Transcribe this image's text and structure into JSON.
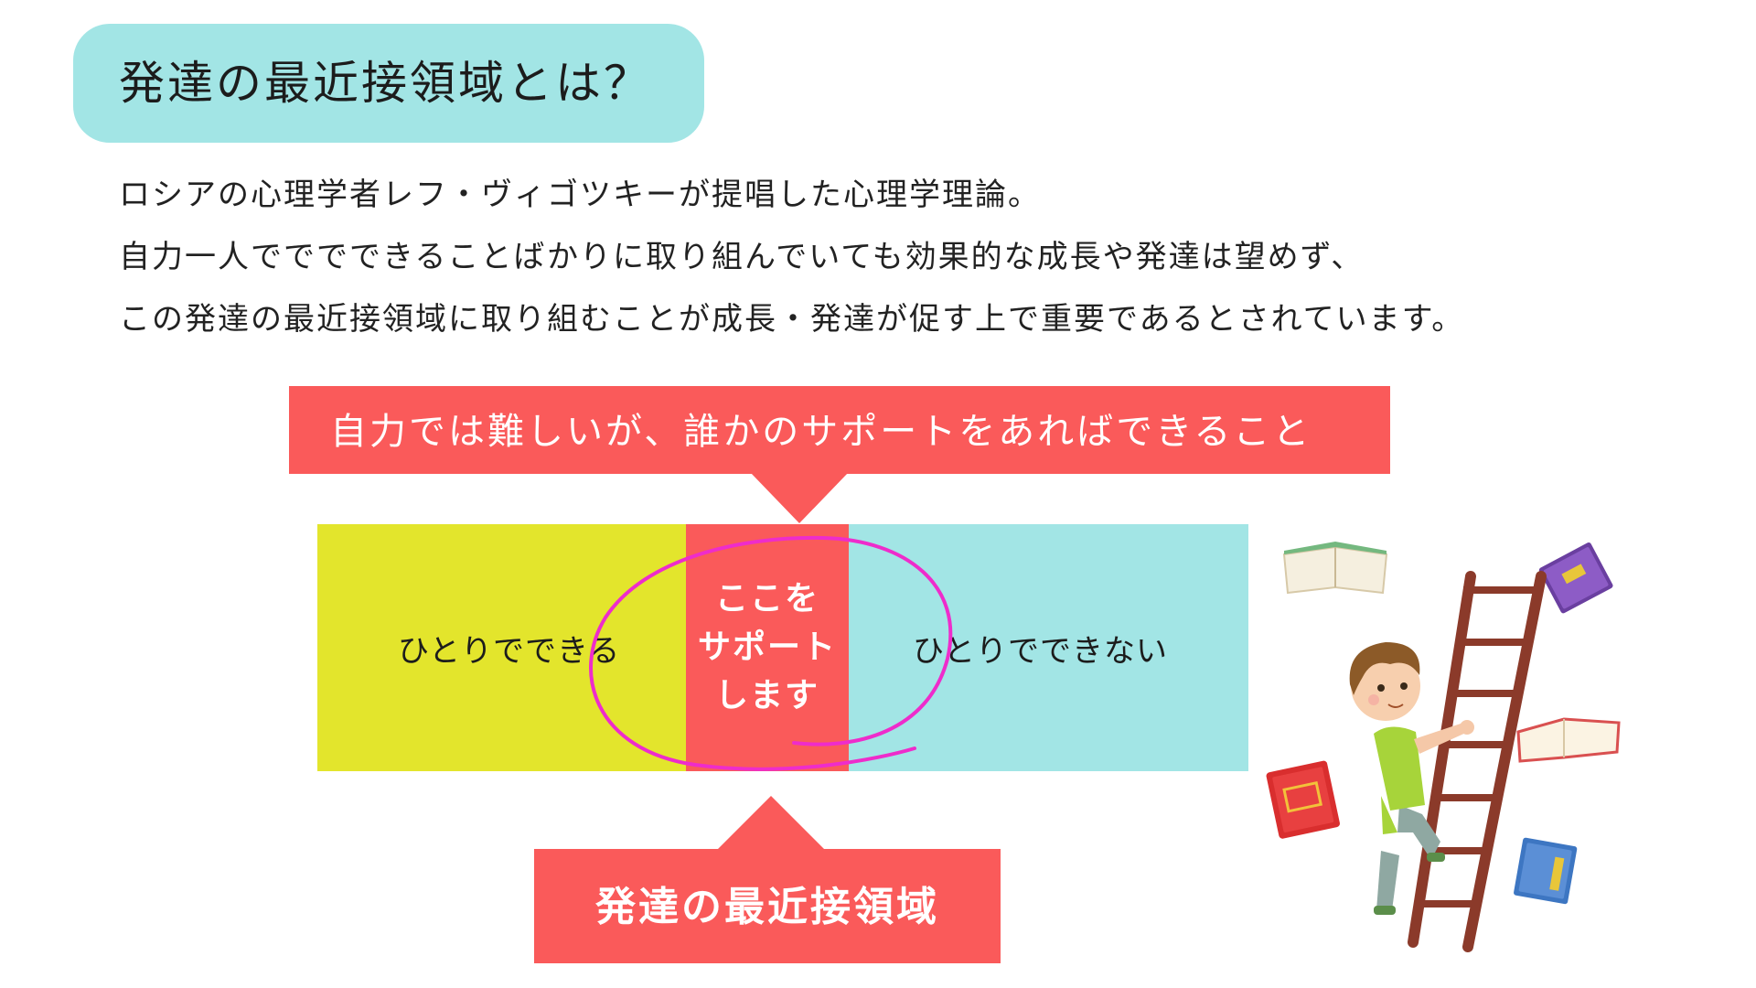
{
  "title": "発達の最近接領域とは？",
  "description": [
    "ロシアの心理学者レフ・ヴィゴツキーが提唱した心理学理論。",
    "自力一人でででできることばかりに取り組んでいても効果的な成長や発達は望めず、",
    "この発達の最近接領域に取り組むことが成長・発達が促す上で重要であるとされています。"
  ],
  "diagram": {
    "top_callout": "自力では難しいが、誰かのサポートをあればできること",
    "left_label": "ひとりでできる",
    "center_lines": [
      "ここを",
      "サポート",
      "します"
    ],
    "right_label": "ひとりでできない",
    "bottom_callout": "発達の最近接領域"
  },
  "colors": {
    "title_bg": "#a2e5e5",
    "coral": "#fa5a5a",
    "yellow": "#e3e52c",
    "cyan": "#a2e5e5",
    "circle_stroke": "#ee2ccb",
    "ladder": "#8b3a2a"
  },
  "illustration": {
    "subject": "child-climbing-ladder-with-flying-books",
    "icons": [
      "ladder-icon",
      "child-icon",
      "open-book-icon",
      "closed-book-icon"
    ]
  }
}
